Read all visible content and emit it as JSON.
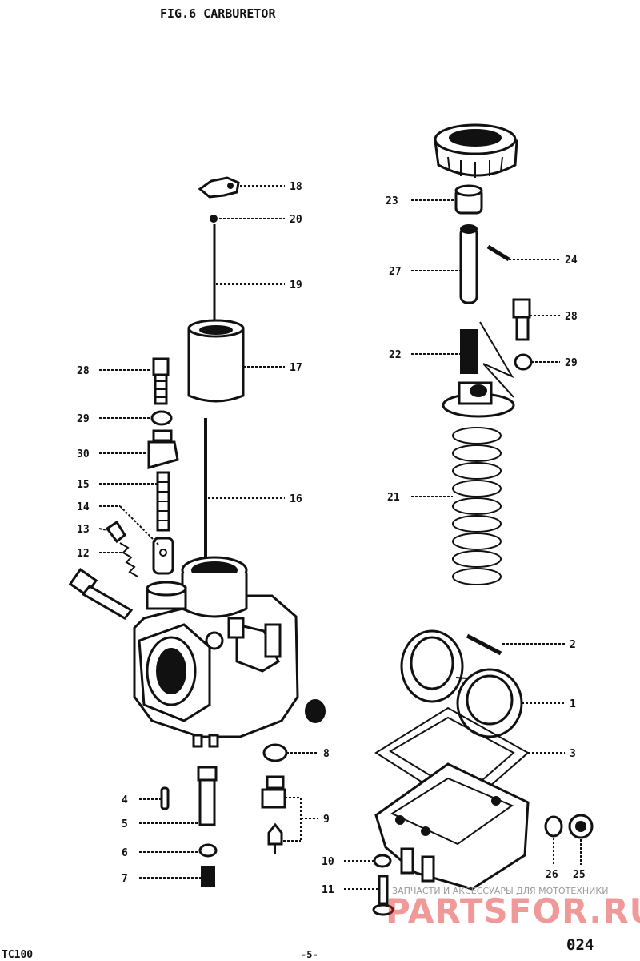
{
  "header": {
    "title": "FIG.6  CARBURETOR"
  },
  "footer": {
    "model": "TC100",
    "page_no": "-5-",
    "sheet": "024"
  },
  "watermark": {
    "caption": "ЗАПЧАСТИ И АКСЕССУАРЫ ДЛЯ МОТОТЕХНИКИ",
    "brand": "PARTSFOR.RU"
  },
  "callouts": {
    "c1": "1",
    "c2": "2",
    "c3": "3",
    "c4": "4",
    "c5": "5",
    "c6": "6",
    "c7": "7",
    "c8": "8",
    "c9": "9",
    "c10": "10",
    "c11": "11",
    "c12": "12",
    "c13": "13",
    "c14": "14",
    "c15": "15",
    "c16": "16",
    "c17": "17",
    "c18": "18",
    "c19": "19",
    "c20": "20",
    "c21": "21",
    "c22": "22",
    "c23": "23",
    "c24": "24",
    "c25": "25",
    "c26": "26",
    "c27": "27",
    "c28a": "28",
    "c28b": "28",
    "c29a": "29",
    "c29b": "29",
    "c30": "30"
  }
}
